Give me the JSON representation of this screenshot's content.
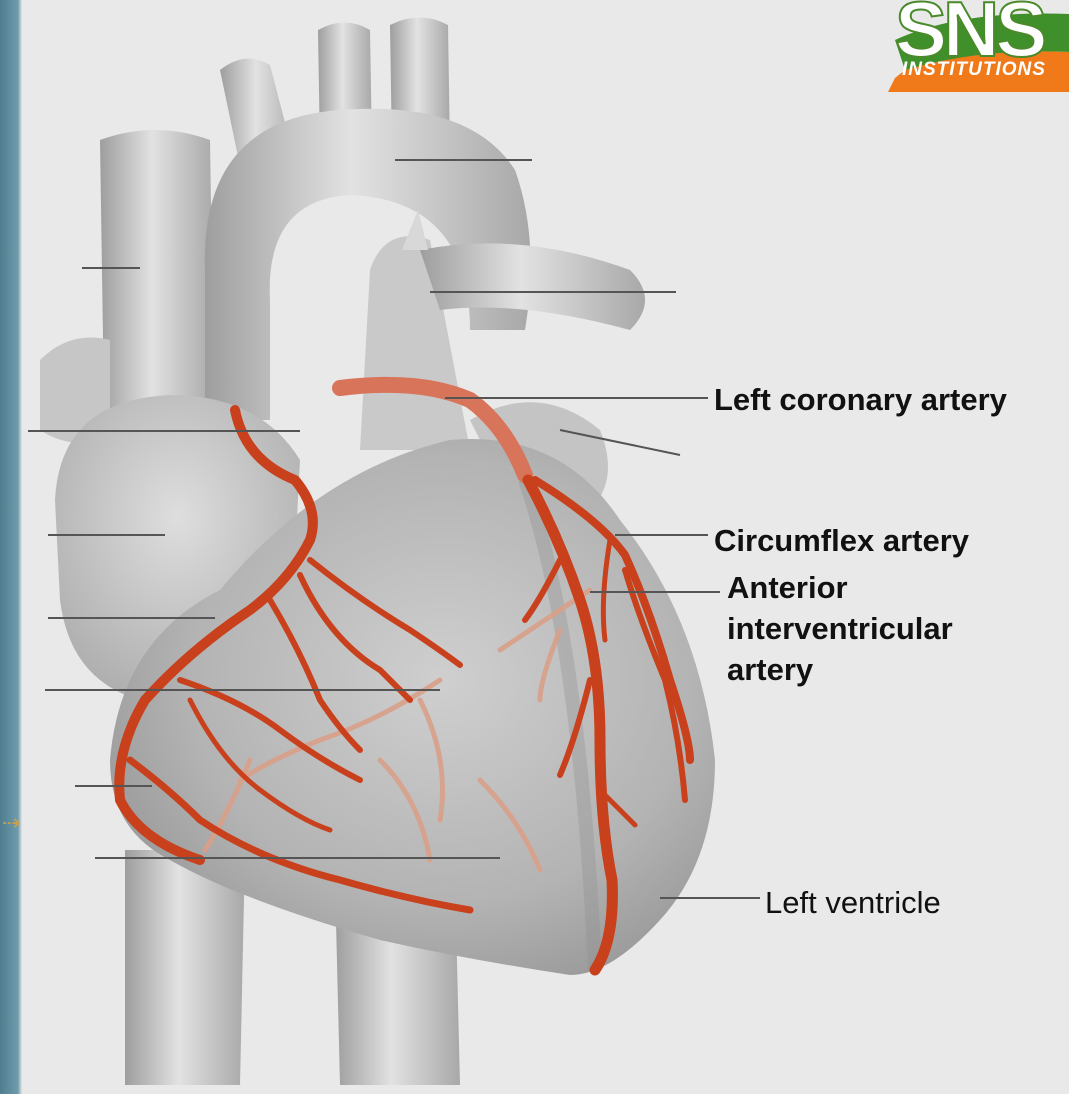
{
  "labels": {
    "left_coronary_artery": "Left coronary artery",
    "circumflex_artery": "Circumflex artery",
    "anterior_interventricular_1": "Anterior",
    "anterior_interventricular_2": "interventricular",
    "anterior_interventricular_3": "artery",
    "left_ventricle": "Left ventricle"
  },
  "logo": {
    "letters": "SNS",
    "caption": "INSTITUTIONS"
  },
  "colors": {
    "artery": "#c8401c",
    "artery_light": "#d98a6c",
    "heart": "#b9b9b9",
    "vessel": "#d4d4d4",
    "leader": "#555555",
    "logo_orange": "#f07a1a",
    "logo_green": "#3f8f2a"
  }
}
